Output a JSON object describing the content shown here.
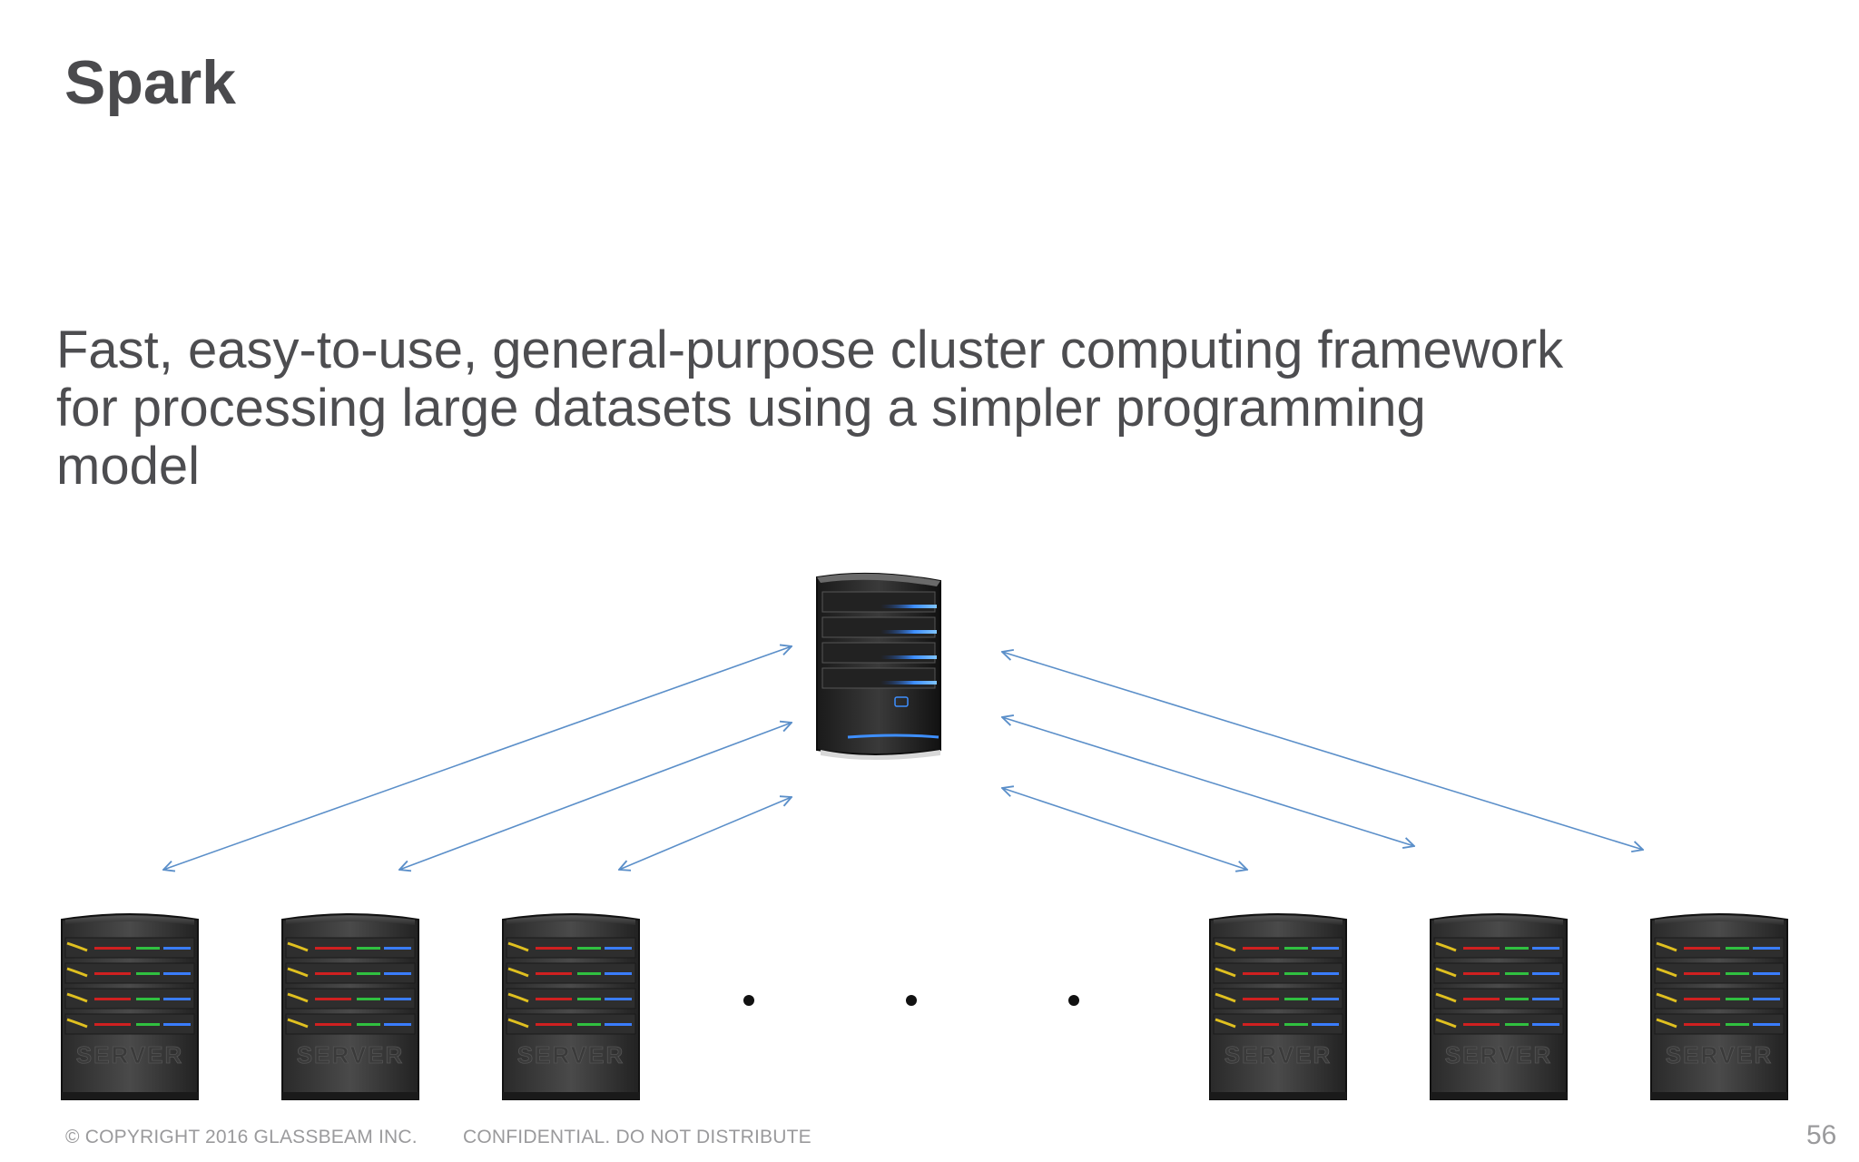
{
  "slide": {
    "title": "Spark",
    "description_lines": [
      "Fast, easy-to-use, general-purpose cluster computing framework",
      "for processing large datasets using a simpler programming",
      "model"
    ],
    "server_label": "SERVER",
    "ellipsis": "• • •",
    "page_number": "56"
  },
  "footer": {
    "copyright": "© COPYRIGHT 2016  GLASSBEAM INC.",
    "confidential": "CONFIDENTIAL. DO NOT DISTRIBUTE"
  },
  "diagram": {
    "master_icon": "tower-server-icon",
    "worker_icon": "rack-server-icon",
    "connector_icon": "double-headed-arrow",
    "left_workers": 3,
    "right_workers": 3,
    "arrow_color": "#5b8fc9"
  }
}
